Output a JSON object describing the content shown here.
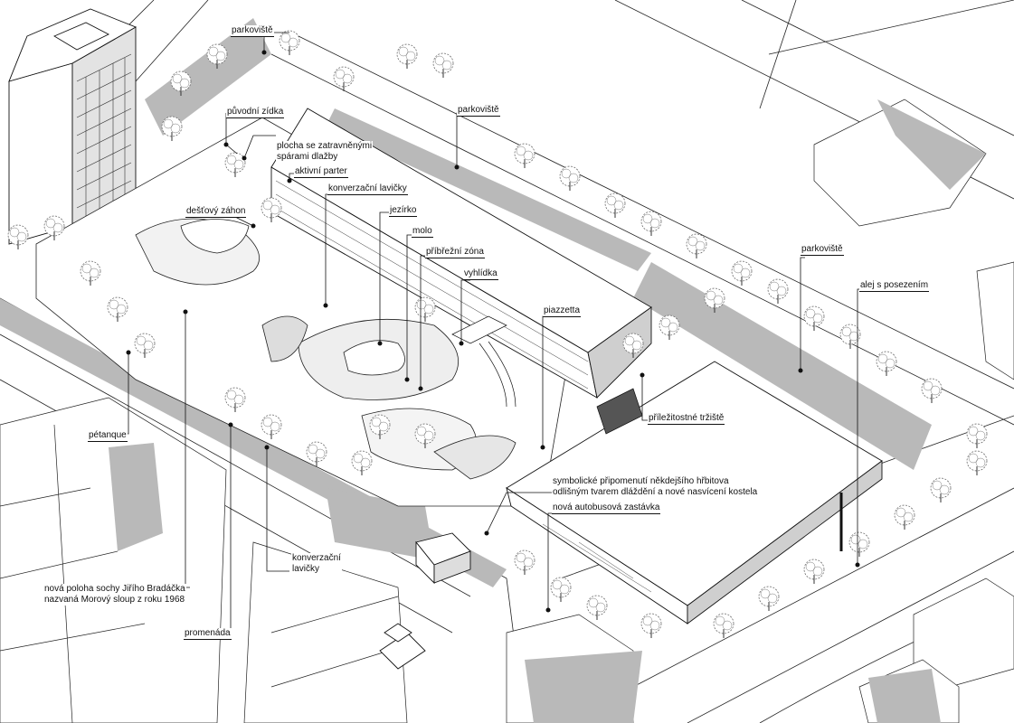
{
  "labels": {
    "parkoviste_top": "parkoviště",
    "puvodni_zidka": "původní zídka",
    "plocha_zatravnenymi": "plocha se zatravněnými\nspárami dlažby",
    "aktivni_parter": "aktivní parter",
    "konverzacni_lavicky_top": "konverzační lavičky",
    "destovy_zahon": "dešťový záhon",
    "jezirko": "jezírko",
    "molo": "molo",
    "prirezni_zona": "příbřežní zóna",
    "vyhlidka": "vyhlídka",
    "parkoviste_mid": "parkoviště",
    "piazzetta": "piazzetta",
    "parkoviste_right": "parkoviště",
    "alej_s_posezenim": "alej s posezením",
    "prilezitostne_trziste": "příležitostné tržiště",
    "symbolicke_pripomenuti": "symbolické připomenutí někdejšího hřbitova\nodlišným tvarem dláždění a nové nasvícení kostela",
    "nova_autobusova_zastavka": "nová autobusová zastávka",
    "petanque": "pétanque",
    "nova_poloha_sochy": "nová poloha sochy Jiřího Bradáčka\nnazvaná Morový sloup z roku 1968",
    "konverzacni_lavicky_bottom": "konverzační\nlavičky",
    "promenada": "promenáda"
  },
  "colors": {
    "line": "#111111",
    "shadow": "#b9b9b9",
    "dark_shadow": "#8f8f8f",
    "paper": "#ffffff",
    "tree": "#555555"
  }
}
